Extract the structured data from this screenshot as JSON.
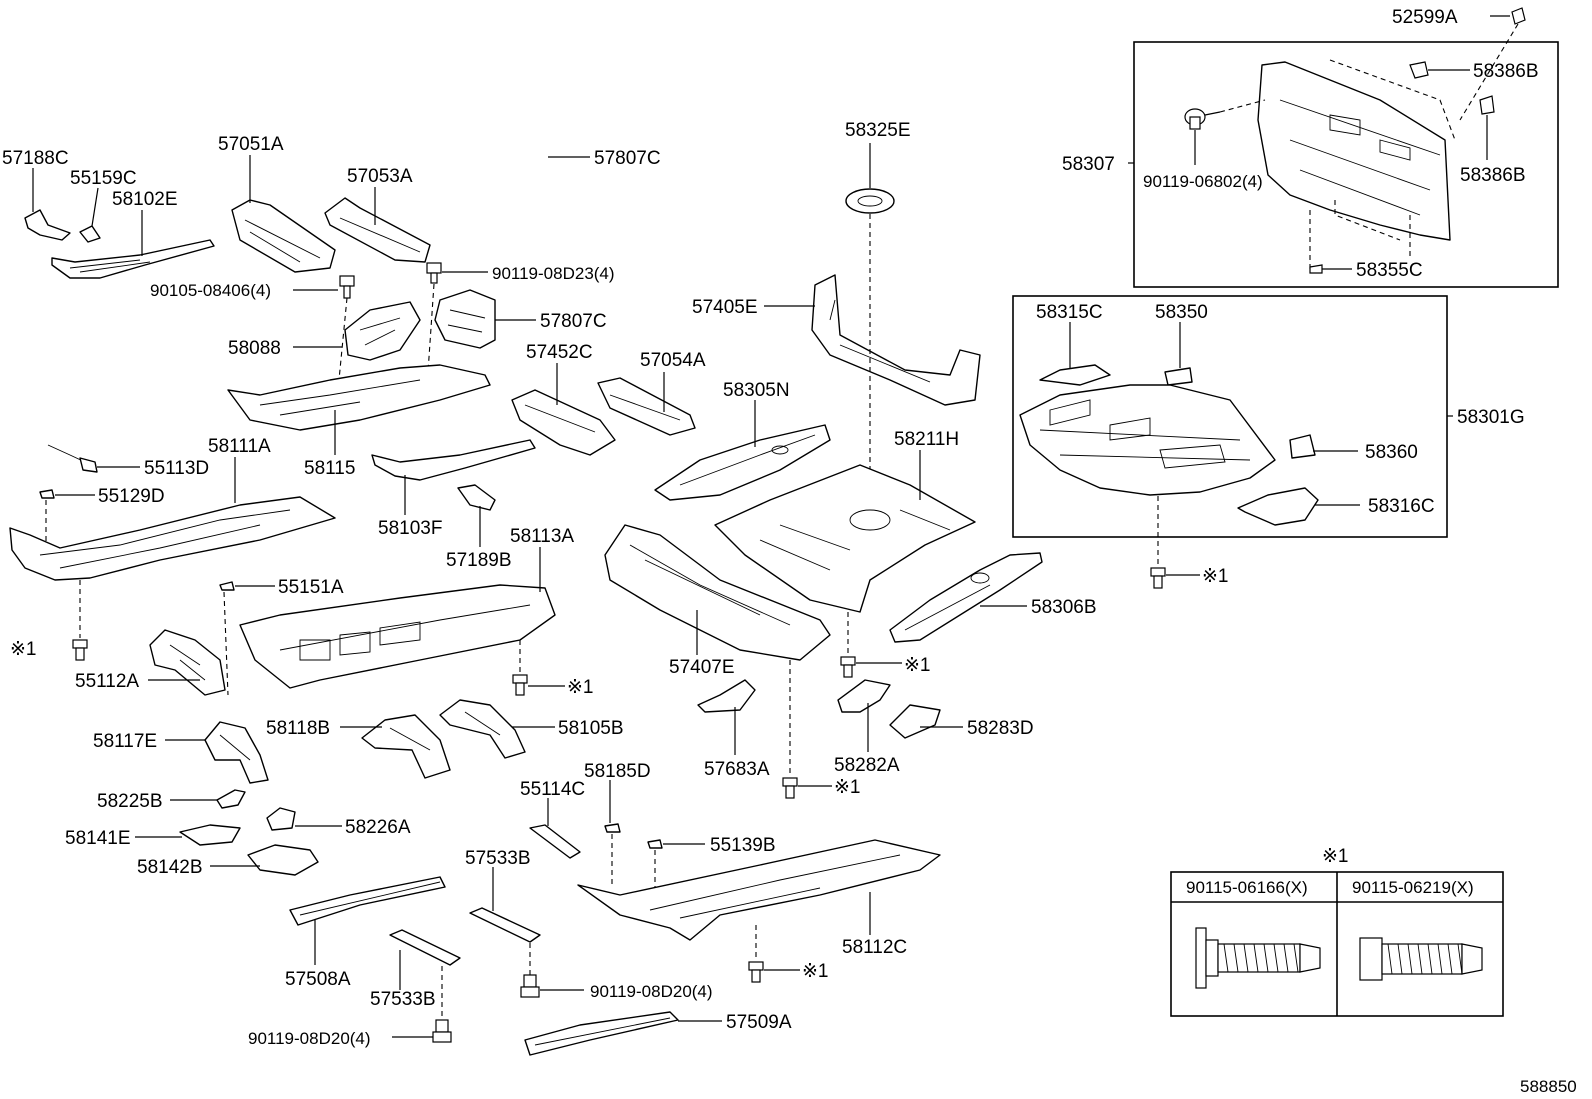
{
  "diagram_id": "588850",
  "footnote_marker": "※1",
  "labels": {
    "p57188C": "57188C",
    "p55159C": "55159C",
    "p58102E": "58102E",
    "p57051A": "57051A",
    "p57053A": "57053A",
    "p57807C_top": "57807C",
    "p90119_08D23": "90119-08D23(4)",
    "p90105_08406": "90105-08406(4)",
    "p57807C": "57807C",
    "p58088": "58088",
    "p57452C": "57452C",
    "p57054A": "57054A",
    "p58115": "58115",
    "p58305N": "58305N",
    "p57405E": "57405E",
    "p58325E": "58325E",
    "p58211H": "58211H",
    "p58111A": "58111A",
    "p55113D": "55113D",
    "p55129D": "55129D",
    "p58103F": "58103F",
    "p57189B": "57189B",
    "p58113A": "58113A",
    "p55151A": "55151A",
    "p55112A": "55112A",
    "p57407E": "57407E",
    "p58306B": "58306B",
    "p58118B": "58118B",
    "p58105B": "58105B",
    "p58117E": "58117E",
    "p57683A": "57683A",
    "p58282A": "58282A",
    "p58283D": "58283D",
    "p58185D": "58185D",
    "p55114C": "55114C",
    "p58225B": "58225B",
    "p58226A": "58226A",
    "p58141E": "58141E",
    "p55139B": "55139B",
    "p58142B": "58142B",
    "p57533B_upper": "57533B",
    "p58112C": "58112C",
    "p57508A": "57508A",
    "p57533B_lower": "57533B",
    "p90119_08D20_a": "90119-08D20(4)",
    "p90119_08D20_b": "90119-08D20(4)",
    "p57509A": "57509A",
    "p52599A": "52599A",
    "p58386B_a": "58386B",
    "p58386B_b": "58386B",
    "p58307": "58307",
    "p90119_06802": "90119-06802(4)",
    "p58355C": "58355C",
    "p58315C": "58315C",
    "p58350": "58350",
    "p58301G": "58301G",
    "p58360": "58360",
    "p58316C": "58316C"
  },
  "legend_table": {
    "header": "※1",
    "columns": [
      "90115-06166(X)",
      "90115-06219(X)"
    ]
  }
}
